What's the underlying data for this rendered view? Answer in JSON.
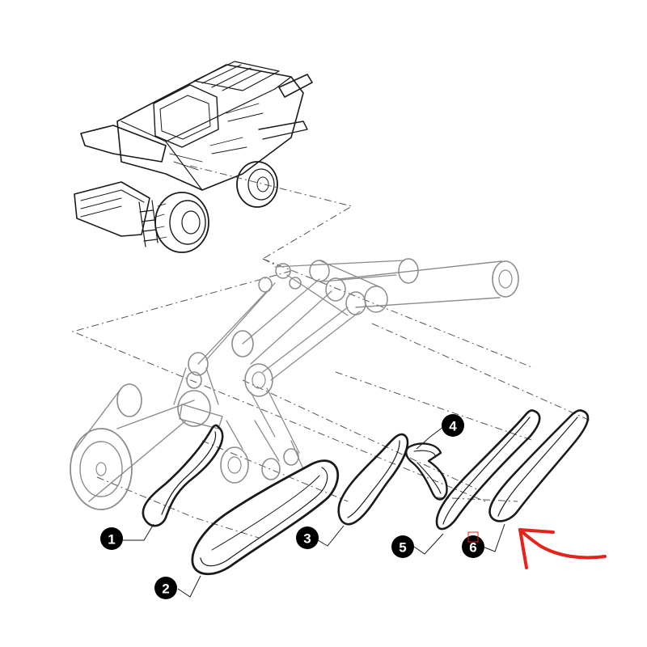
{
  "callouts": [
    {
      "id": "1",
      "label": "1"
    },
    {
      "id": "2",
      "label": "2"
    },
    {
      "id": "3",
      "label": "3"
    },
    {
      "id": "4",
      "label": "4"
    },
    {
      "id": "5",
      "label": "5"
    },
    {
      "id": "6",
      "label": "6"
    }
  ],
  "colors": {
    "ink": "#1a1a1a",
    "ghost": "#8c8c8c",
    "arrow": "#e8211c",
    "highlight_box": "#e8211c"
  },
  "highlighted_callout": "6"
}
